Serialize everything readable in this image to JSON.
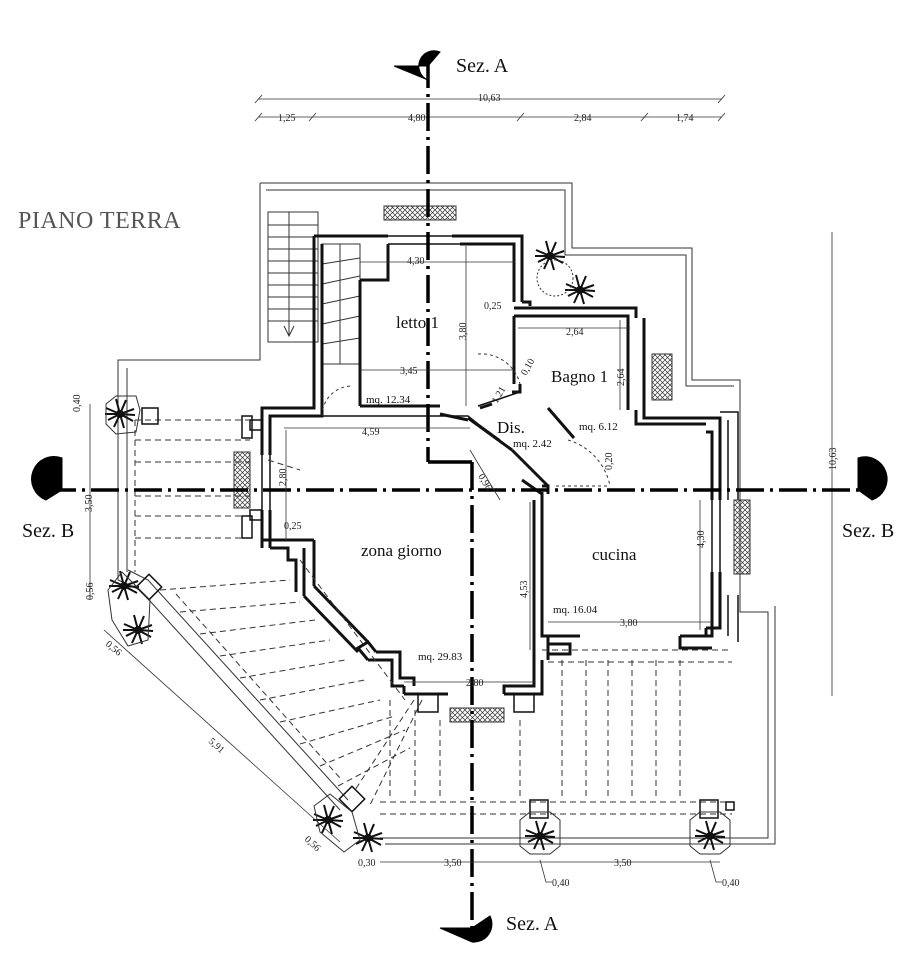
{
  "title": "PIANO TERRA",
  "sections": {
    "a_top": "Sez. A",
    "a_bottom": "Sez. A",
    "b_left": "Sez. B",
    "b_right": "Sez. B"
  },
  "rooms": {
    "letto": {
      "name": "letto 1",
      "area": "mq. 12.34"
    },
    "bagno": {
      "name": "Bagno 1",
      "area": "mq. 6.12"
    },
    "dis": {
      "name": "Dis.",
      "area": "mq. 2.42"
    },
    "zona_giorno": {
      "name": "zona giorno",
      "area": "mq. 29.83"
    },
    "cucina": {
      "name": "cucina",
      "area": "mq. 16.04"
    }
  },
  "dimensions": {
    "overall_top": "10,63",
    "top_segments": [
      "1,25",
      "4,80",
      "2,84",
      "1,74"
    ],
    "letto_width": "4,30",
    "letto_depth": "3,80",
    "letto_inner": "3,45",
    "wall_025_top": "0,25",
    "bagno_width": "2,64",
    "bagno_height": "2,64",
    "bagno_010": "0,10",
    "dis_121": "1,21",
    "dis_020": "0,20",
    "corridor": "4,59",
    "wall_280_left": "2,80",
    "wall_025_left": "0,25",
    "diag_096": "0,96",
    "zona_depth": "4,53",
    "cucina_depth": "4,30",
    "cucina_width": "3,80",
    "zona_bottom": "2,80",
    "left_350": "3,50",
    "left_040": "0,40",
    "left_056": "0,56",
    "diag_056_a": "0,56",
    "diag_591": "5,91",
    "diag_056_b": "0,56",
    "bottom_350_a": "3,50",
    "bottom_350_b": "3,50",
    "bottom_030": "0,30",
    "bottom_040_a": "0,40",
    "bottom_040_b": "0,40",
    "right_overall": "10,63"
  }
}
